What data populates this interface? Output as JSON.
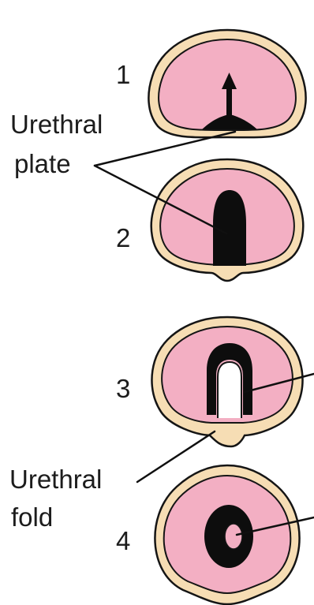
{
  "stages": [
    {
      "number": "1"
    },
    {
      "number": "2"
    },
    {
      "number": "3"
    },
    {
      "number": "4"
    }
  ],
  "labels": {
    "urethral_plate_line1": "Urethral",
    "urethral_plate_line2": "plate",
    "urethral_fold_line1": "Urethral",
    "urethral_fold_line2": "fold"
  },
  "colors": {
    "mesenchyme": "#f3afc3",
    "ectoderm_rim": "#f6ddb4",
    "outline": "#151515",
    "endoderm": "#0d0d0d",
    "leader": "#101010"
  }
}
